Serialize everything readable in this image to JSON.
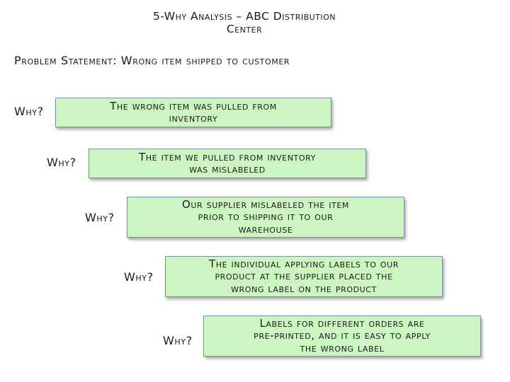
{
  "title_line1": "5-Why Analysis – ABC Distribution",
  "title_line2": "Center",
  "problem_statement": "Problem Statement:  Wrong item shipped to customer",
  "why_label": "Why?",
  "steps": [
    {
      "lines": [
        "The wrong item was pulled from",
        "inventory"
      ]
    },
    {
      "lines": [
        "The item we pulled from inventory",
        "was mislabeled"
      ]
    },
    {
      "lines": [
        "Our supplier mislabeled the item",
        "prior to shipping it to our",
        "warehouse"
      ]
    },
    {
      "lines": [
        "The individual applying labels to our",
        "product at the supplier placed the",
        "wrong label on the product"
      ]
    },
    {
      "lines": [
        "Labels for different orders are",
        "pre-printed, and it is easy to apply",
        "the wrong label"
      ]
    }
  ],
  "colors": {
    "box_fill": "#ccf5c2",
    "box_border": "#7a8fa6"
  }
}
